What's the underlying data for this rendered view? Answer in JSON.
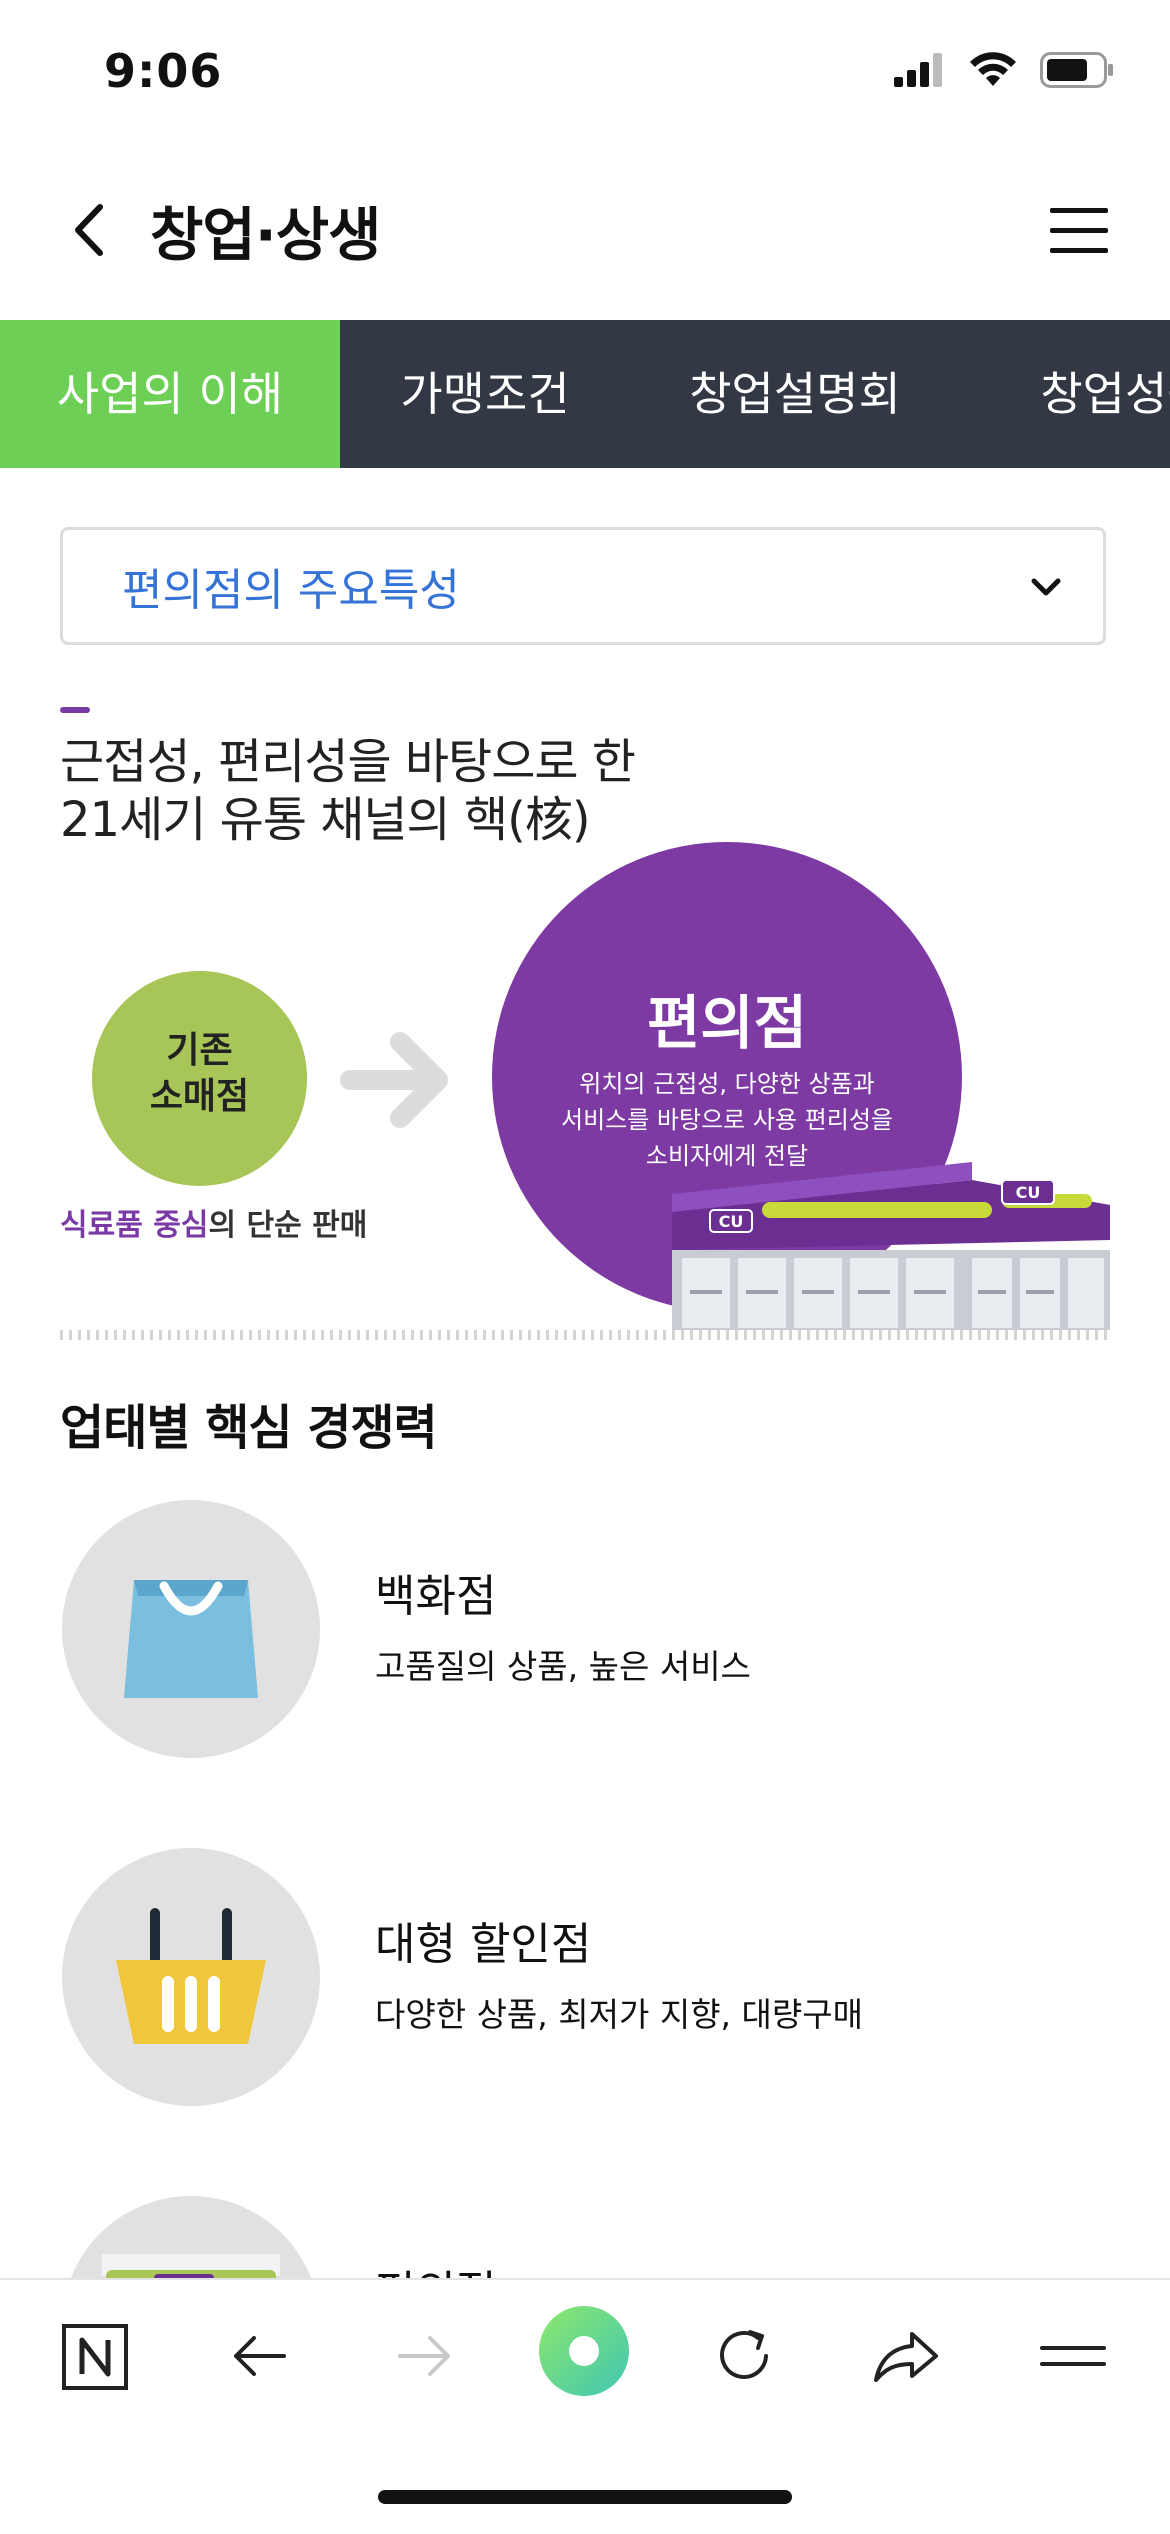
{
  "status_bar": {
    "time": "9:06"
  },
  "header": {
    "title": "창업·상생"
  },
  "tabs": [
    {
      "label": "사업의 이해",
      "active": true
    },
    {
      "label": "가맹조건",
      "active": false
    },
    {
      "label": "창업설명회",
      "active": false
    },
    {
      "label": "창업성공",
      "active": false
    }
  ],
  "select": {
    "value": "편의점의 주요특성"
  },
  "intro": {
    "line1": "근접성, 편리성을 바탕으로 한",
    "line2": "21세기 유통 채널의 핵(核)"
  },
  "illustration": {
    "existing_line1": "기존",
    "existing_line2": "소매점",
    "caption_highlight": "식료품 중심",
    "caption_rest": "의 단순 판매",
    "cvs_title": "편의점",
    "cvs_desc1": "위치의 근접성, 다양한 상품과",
    "cvs_desc2": "서비스를 바탕으로 사용 편리성을",
    "cvs_desc3": "소비자에게 전달",
    "store_sign": "CU"
  },
  "section": {
    "title": "업태별 핵심 경쟁력",
    "items": [
      {
        "name": "백화점",
        "desc": "고품질의 상품, 높은 서비스",
        "icon": "shopping-bag-icon"
      },
      {
        "name": "대형 할인점",
        "desc": "다양한 상품, 최저가 지향, 대량구매",
        "icon": "basket-icon"
      },
      {
        "name": "편의점",
        "desc": "",
        "icon": "cu-store-icon"
      }
    ]
  },
  "colors": {
    "accent_green": "#6dcf55",
    "tab_bg": "#323844",
    "purple": "#7d3aa3",
    "link_blue": "#3573d6"
  }
}
